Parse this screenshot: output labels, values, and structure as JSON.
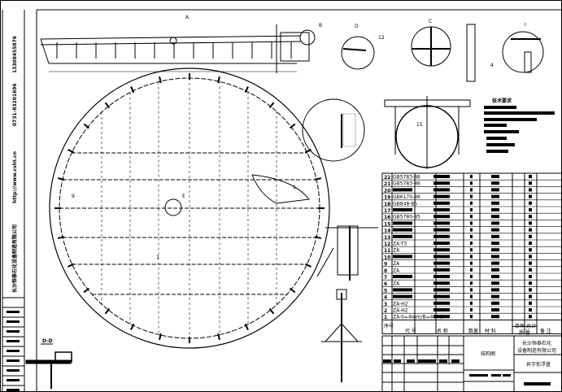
{
  "company_side": {
    "name": "长沙恒泰石化设备制造有限公司",
    "url": "http://www.csht.cn",
    "phone": "0731-83201696",
    "mobile": "13308455876"
  },
  "views": {
    "section_dd": "D-D",
    "label_a": "A",
    "label_b": "B",
    "label_c": "C",
    "label_d": "D",
    "label_e": "E",
    "label_i": "I",
    "callout_7": "7",
    "callout_9": "9",
    "callout_12": "12",
    "callout_15": "15",
    "callout_4": "4",
    "callout_1": "1"
  },
  "tech_requirements": {
    "title": "技术要求"
  },
  "parts_list": {
    "rows": [
      {
        "no": "22",
        "code": "GB5783-86"
      },
      {
        "no": "21",
        "code": "GB5783-86"
      },
      {
        "no": "20",
        "code": ""
      },
      {
        "no": "19",
        "code": "GB6170-86"
      },
      {
        "no": "18",
        "code": "GB848-85"
      },
      {
        "no": "17",
        "code": ""
      },
      {
        "no": "16",
        "code": "GB5780-85"
      },
      {
        "no": "15",
        "code": ""
      },
      {
        "no": "14",
        "code": ""
      },
      {
        "no": "13",
        "code": ""
      },
      {
        "no": "12",
        "code": "ZA-T3"
      },
      {
        "no": "11",
        "code": "ZA"
      },
      {
        "no": "10",
        "code": ""
      },
      {
        "no": "9",
        "code": "ZA"
      },
      {
        "no": "8",
        "code": "ZA"
      },
      {
        "no": "7",
        "code": ""
      },
      {
        "no": "6",
        "code": "ZA"
      },
      {
        "no": "5",
        "code": ""
      },
      {
        "no": "4",
        "code": ""
      },
      {
        "no": "3",
        "code": "ZA-H2"
      },
      {
        "no": "2",
        "code": "ZA-H2"
      },
      {
        "no": "1",
        "code": "ZA-δ=4mm/B=4m-1"
      }
    ],
    "headers": {
      "no": "序号",
      "code": "代 号",
      "name": "名 称",
      "qty": "数量",
      "material": "材 料",
      "unit": "单件",
      "total": "总计",
      "mass": "质 量",
      "remark": "备 注"
    }
  },
  "title_block": {
    "drawing_type": "结构图",
    "company": "长沙恒泰石化",
    "company2": "设备制造有限公司",
    "drawing_name": "井字形浮盘"
  }
}
